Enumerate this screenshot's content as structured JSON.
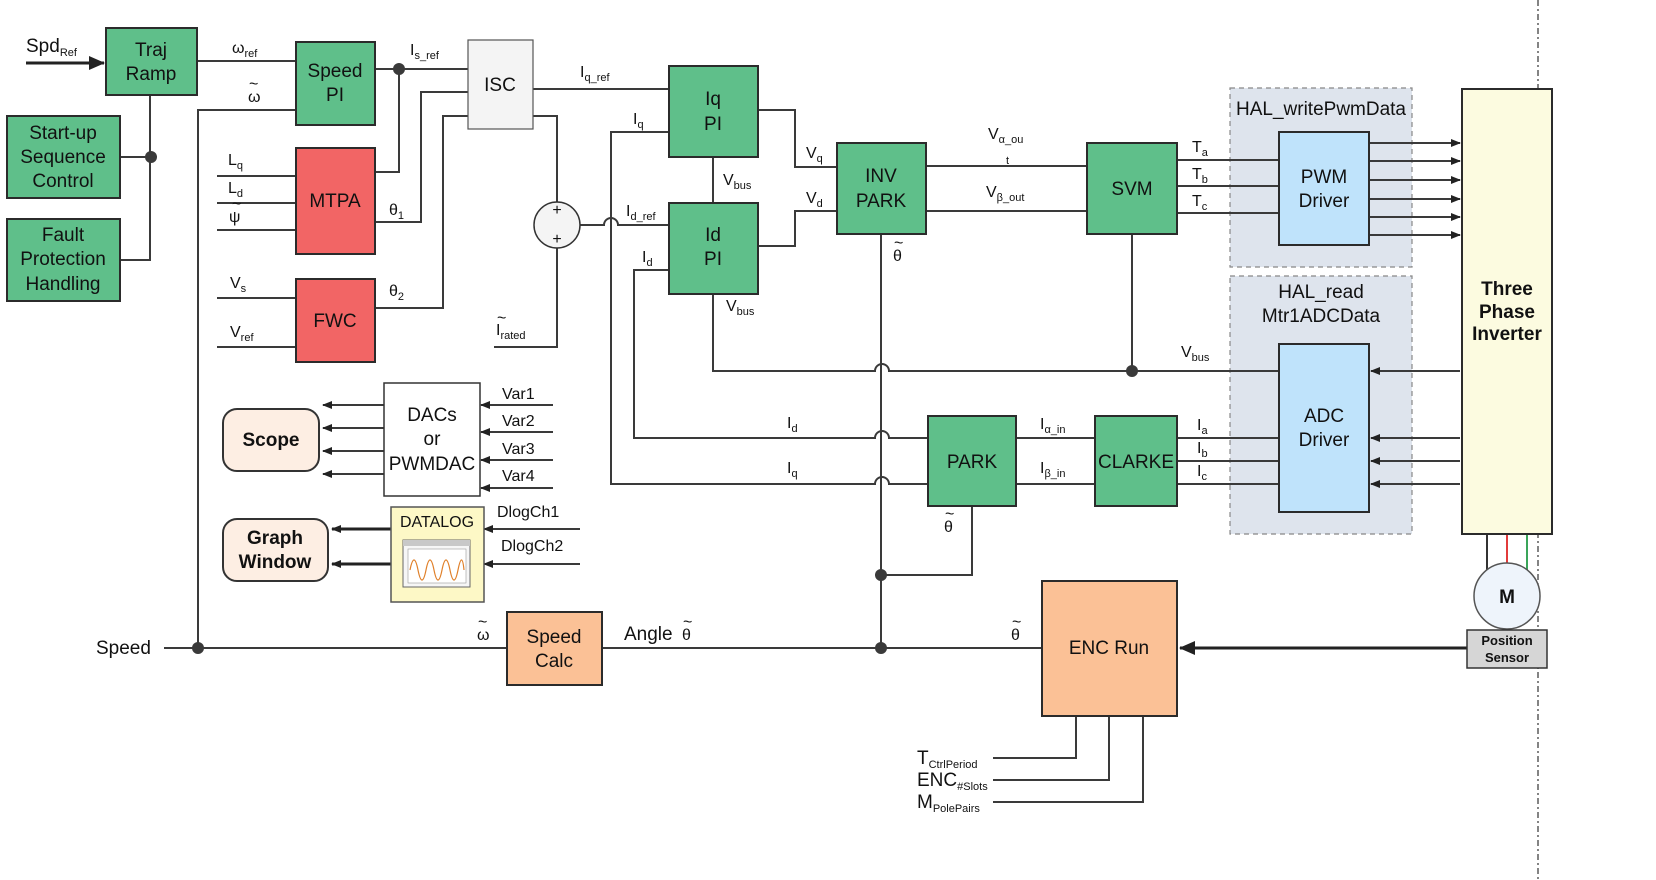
{
  "inputs": {
    "spd_ref_main": "Spd",
    "spd_ref_sub": "Ref",
    "speed": "Speed"
  },
  "blocks": {
    "traj_ramp": [
      "Traj",
      "Ramp"
    ],
    "startup": [
      "Start-up",
      "Sequence",
      "Control"
    ],
    "fault": [
      "Fault",
      "Protection",
      "Handling"
    ],
    "speed_pi": [
      "Speed",
      "PI"
    ],
    "mtpa": "MTPA",
    "fwc": "FWC",
    "isc": "ISC",
    "iq_pi": [
      "Iq",
      "PI"
    ],
    "id_pi": [
      "Id",
      "PI"
    ],
    "inv_park": [
      "INV",
      "PARK"
    ],
    "svm": "SVM",
    "pwm_driver": [
      "PWM",
      "Driver"
    ],
    "adc_driver": [
      "ADC",
      "Driver"
    ],
    "park": "PARK",
    "clarke": "CLARKE",
    "inverter": [
      "Three",
      "Phase",
      "Inverter"
    ],
    "motor": "M",
    "position_sensor": [
      "Position",
      "Sensor"
    ],
    "enc_run": "ENC Run",
    "speed_calc": [
      "Speed",
      "Calc"
    ],
    "scope": "Scope",
    "dacs": [
      "DACs",
      "or",
      "PWMDAC"
    ],
    "graph_window": [
      "Graph",
      "Window"
    ],
    "datalog": "DATALOG"
  },
  "hal": {
    "write_pwm": "HAL_writePwmData",
    "read_adc": [
      "HAL_read",
      "Mtr1ADCData"
    ]
  },
  "signals": {
    "omega_ref": {
      "main": "ω",
      "sub": "ref"
    },
    "omega_est": "ω",
    "is_ref": {
      "main": "I",
      "sub": "s_ref"
    },
    "iq_ref": {
      "main": "I",
      "sub": "q_ref"
    },
    "id_ref": {
      "main": "I",
      "sub": "d_ref"
    },
    "iq": {
      "main": "I",
      "sub": "q"
    },
    "id": {
      "main": "I",
      "sub": "d"
    },
    "lq": {
      "main": "L",
      "sub": "q"
    },
    "ld": {
      "main": "L",
      "sub": "d"
    },
    "psi": "ψ",
    "theta1": {
      "main": "θ",
      "sub": "1"
    },
    "theta2": {
      "main": "θ",
      "sub": "2"
    },
    "vs": {
      "main": "V",
      "sub": "s"
    },
    "vref": {
      "main": "V",
      "sub": "ref"
    },
    "irated": {
      "main": "I",
      "sub": "rated"
    },
    "vq": {
      "main": "V",
      "sub": "q"
    },
    "vd": {
      "main": "V",
      "sub": "d"
    },
    "vbus": {
      "main": "V",
      "sub": "bus"
    },
    "v_alpha_out": {
      "main": "V",
      "sub": "α_ou",
      "tail": "t"
    },
    "v_beta_out": {
      "main": "V",
      "sub": "β_out"
    },
    "ta": {
      "main": "T",
      "sub": "a"
    },
    "tb": {
      "main": "T",
      "sub": "b"
    },
    "tc": {
      "main": "T",
      "sub": "c"
    },
    "ia": {
      "main": "I",
      "sub": "a"
    },
    "ib": {
      "main": "I",
      "sub": "b"
    },
    "ic": {
      "main": "I",
      "sub": "c"
    },
    "i_alpha_in": {
      "main": "I",
      "sub": "α_in"
    },
    "i_beta_in": {
      "main": "I",
      "sub": "β_in"
    },
    "theta": "θ",
    "angle": "Angle",
    "plus": "+",
    "vars": [
      "Var1",
      "Var2",
      "Var3",
      "Var4"
    ],
    "dlog": [
      "DlogCh1",
      "DlogCh2"
    ],
    "t_ctrl": {
      "main": "T",
      "sub": "CtrlPeriod"
    },
    "enc_slots": {
      "main": "ENC",
      "sub": "#Slots"
    },
    "m_polepairs": {
      "main": "M",
      "sub": "PolePairs"
    }
  },
  "colors": {
    "green_block": "#5fbf8a",
    "red_block": "#f26565",
    "orange_block": "#fbc196",
    "blue_block": "#bfe3fb",
    "hal_background": "#dee4ed",
    "inverter_fill": "#fcfbe0",
    "motor_phase_colors": [
      "#e23b3b",
      "#3aa55a"
    ]
  }
}
